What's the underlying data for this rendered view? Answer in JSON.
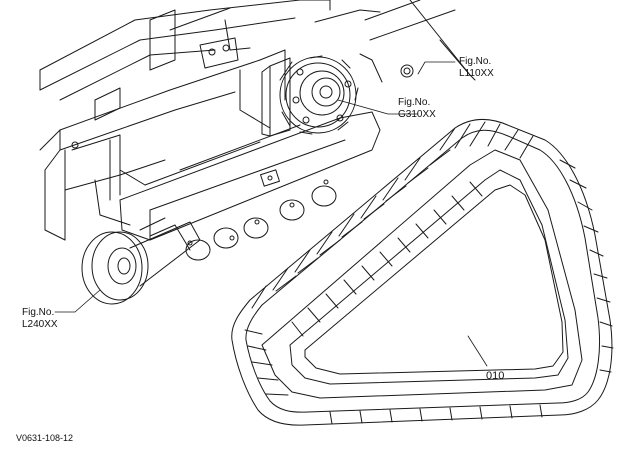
{
  "figure_refs": {
    "frame": {
      "line1": "Fig.No.",
      "line2": "L110XX"
    },
    "drive": {
      "line1": "Fig.No.",
      "line2": "G310XX"
    },
    "idler": {
      "line1": "Fig.No.",
      "line2": "L240XX"
    }
  },
  "part_number": "010",
  "drawing_id": "V0631-108-12",
  "colors": {
    "line": "#1a1a1a",
    "background": "#ffffff"
  }
}
